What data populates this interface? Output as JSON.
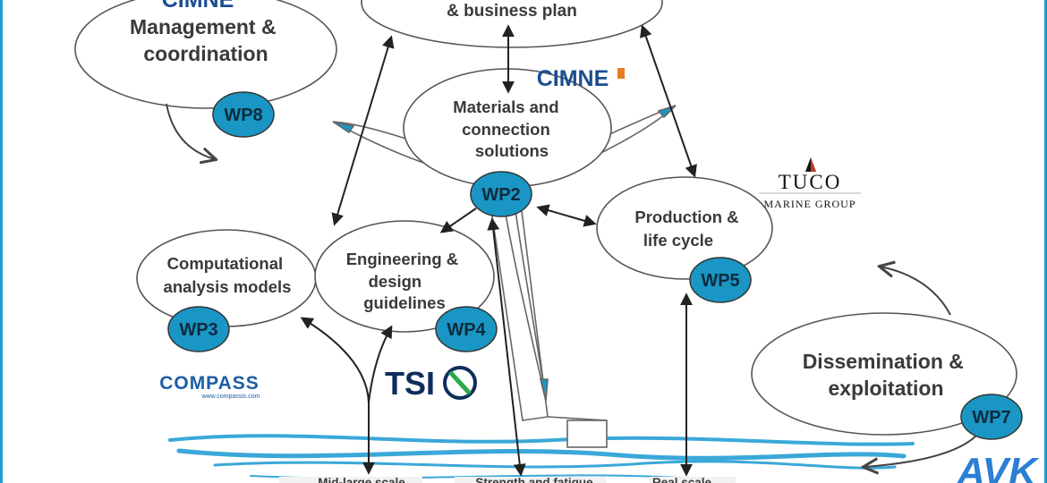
{
  "colors": {
    "frame": "#1f9ad6",
    "wp_badge": "#1a96c4",
    "ellipse_stroke": "#555555",
    "water": "#3aa8d8",
    "text": "#3a3a3a"
  },
  "work_packages": {
    "wp8": {
      "badge": "WP8",
      "lines": [
        "Management &",
        "coordination"
      ]
    },
    "wp1": {
      "lines": [
        "& business plan"
      ]
    },
    "wp2": {
      "badge": "WP2",
      "lines": [
        "Materials and",
        "connection",
        "solutions"
      ]
    },
    "wp3": {
      "badge": "WP3",
      "lines": [
        "Computational",
        "analysis models"
      ]
    },
    "wp4": {
      "badge": "WP4",
      "lines": [
        "Engineering &",
        "design",
        "guidelines"
      ]
    },
    "wp5": {
      "badge": "WP5",
      "lines": [
        "Production &",
        "life cycle"
      ]
    },
    "wp7": {
      "badge": "WP7",
      "lines": [
        "Dissemination &",
        "exploitation"
      ]
    }
  },
  "logos": {
    "cimne_top": "CIMNE",
    "cimne_mid": "CIMNE",
    "compass": "COMPASS",
    "compass_url": "www.compassis.com",
    "tsi": "TSI",
    "tuco_main": "TUCO",
    "tuco_sub": "MARINE GROUP",
    "avk": "AVK"
  },
  "test_labels": {
    "mid_large": "Mid-large scale",
    "strength": "Strength and fatigue",
    "real_scale": "Real scale"
  }
}
